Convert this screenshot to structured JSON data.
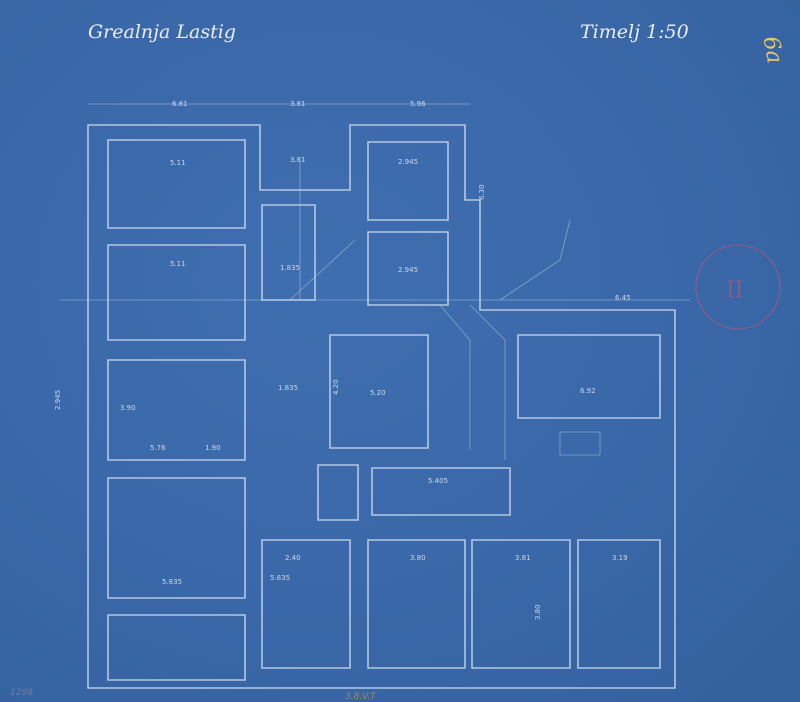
{
  "title": "Grealnja Lastig",
  "scale": "Timelj 1:50",
  "sheet_mark": "6a",
  "stamp_text": "II",
  "pencil_note": "1298",
  "bottom_note": "3.8.V.T",
  "top_dimensions": [
    "6.81",
    "3.81",
    "5.96"
  ],
  "right_dimension": "6.45",
  "room_labels": [
    "5.11",
    "5.11",
    "3.90",
    "5.76",
    "1.90",
    "5.835",
    "3.81",
    "2.945",
    "2.945",
    "1.835",
    "5.20",
    "6.92",
    "5.405",
    "2.40",
    "3.80",
    "3.80",
    "3.81",
    "3.19",
    "4.20",
    "1.835",
    "5.835",
    "6.30",
    "2.945"
  ],
  "colors": {
    "paper": "#3a66a6",
    "lines": "#c9d8ee",
    "sheet_mark": "#e8c76a",
    "stamp": "#b05a7a"
  }
}
